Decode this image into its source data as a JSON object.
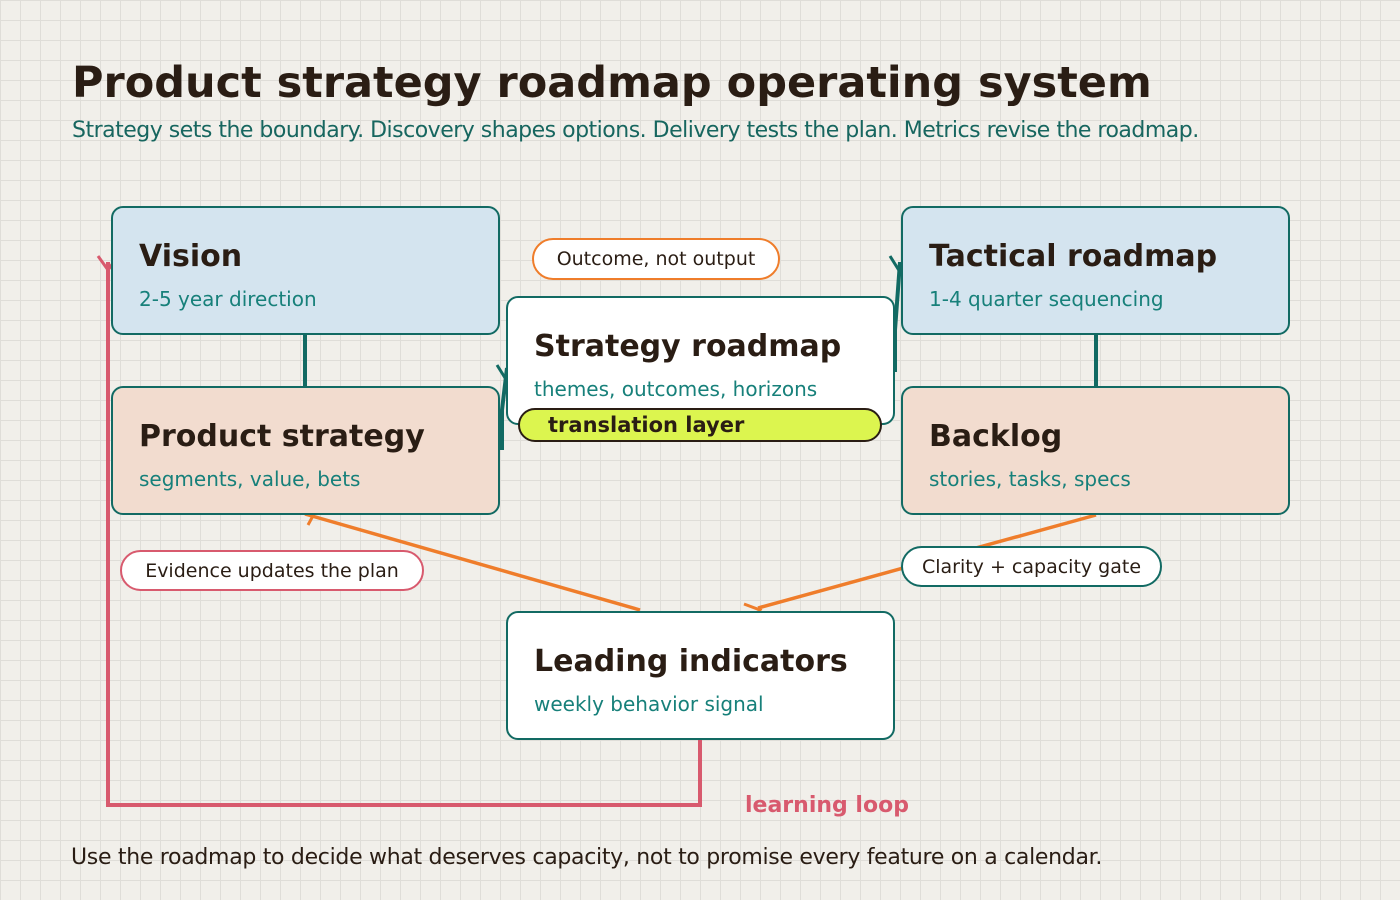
{
  "header": {
    "title": "Product strategy roadmap operating system",
    "subtitle": "Strategy sets the boundary. Discovery shapes options. Delivery tests the plan. Metrics revise the roadmap."
  },
  "nodes": {
    "vision": {
      "title": "Vision",
      "subtitle": "2-5 year direction"
    },
    "product_strategy": {
      "title": "Product strategy",
      "subtitle": "segments, value, bets"
    },
    "strategy_roadmap": {
      "title": "Strategy roadmap",
      "subtitle": "themes, outcomes, horizons"
    },
    "tactical_roadmap": {
      "title": "Tactical roadmap",
      "subtitle": "1-4 quarter sequencing"
    },
    "backlog": {
      "title": "Backlog",
      "subtitle": "stories, tasks, specs"
    },
    "leading_indicators": {
      "title": "Leading indicators",
      "subtitle": "weekly behavior signal"
    }
  },
  "badges": {
    "translation_layer": "translation layer"
  },
  "annotations": {
    "outcome": "Outcome, not output",
    "evidence": "Evidence updates the plan",
    "clarity": "Clarity + capacity gate",
    "learning_loop": "learning loop"
  },
  "footer": {
    "note": "Use the roadmap to decide what deserves capacity, not to promise every feature on a calendar."
  },
  "colors": {
    "background": "#f1efea",
    "title_text": "#2a1d14",
    "accent_teal": "#126a63",
    "subtitle_teal": "#17807a",
    "node_blue": "#d4e4ef",
    "node_peach": "#f2dccf",
    "node_white": "#ffffff",
    "highlight_lime": "#dcf54f",
    "connector_orange": "#ef7d2b",
    "loop_pink": "#d85a6e"
  }
}
